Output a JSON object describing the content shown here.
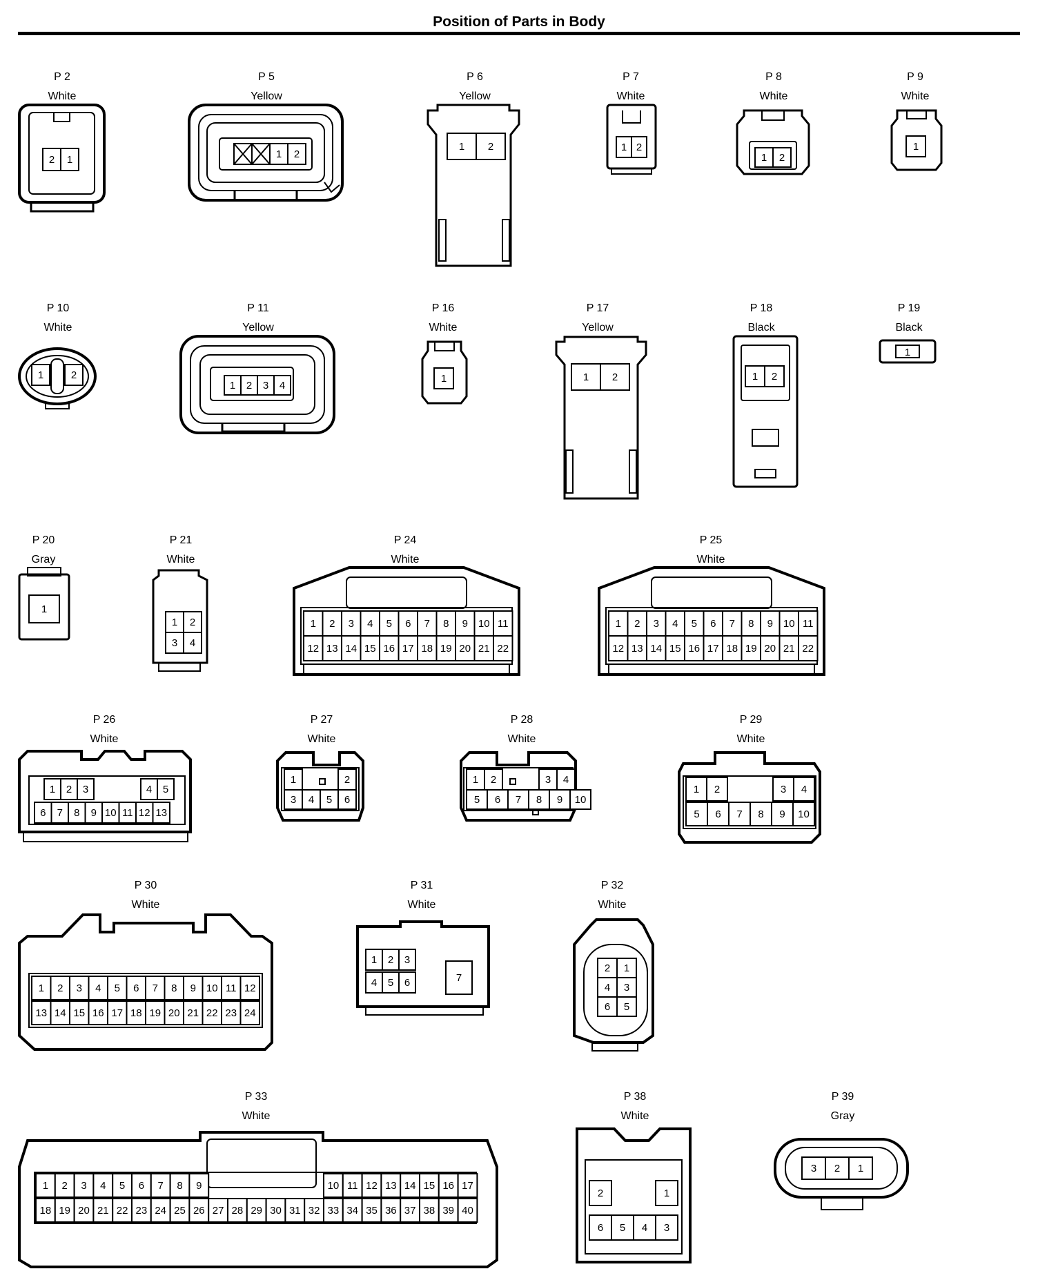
{
  "title": "Position of Parts in Body",
  "connectors": [
    {
      "id": "P2",
      "code": "P 2",
      "color": "White",
      "pins": [
        2,
        1
      ]
    },
    {
      "id": "P5",
      "code": "P 5",
      "color": "Yellow",
      "pins": [
        1,
        2
      ]
    },
    {
      "id": "P6",
      "code": "P 6",
      "color": "Yellow",
      "pins": [
        1,
        2
      ]
    },
    {
      "id": "P7",
      "code": "P 7",
      "color": "White",
      "pins": [
        1,
        2
      ]
    },
    {
      "id": "P8",
      "code": "P 8",
      "color": "White",
      "pins": [
        1,
        2
      ]
    },
    {
      "id": "P9",
      "code": "P 9",
      "color": "White",
      "pins": [
        1
      ]
    },
    {
      "id": "P10",
      "code": "P 10",
      "color": "White",
      "pins": [
        1,
        2
      ]
    },
    {
      "id": "P11",
      "code": "P 11",
      "color": "Yellow",
      "pins": [
        1,
        2,
        3,
        4
      ]
    },
    {
      "id": "P16",
      "code": "P 16",
      "color": "White",
      "pins": [
        1
      ]
    },
    {
      "id": "P17",
      "code": "P 17",
      "color": "Yellow",
      "pins": [
        1,
        2
      ]
    },
    {
      "id": "P18",
      "code": "P 18",
      "color": "Black",
      "pins": [
        1,
        2
      ]
    },
    {
      "id": "P19",
      "code": "P 19",
      "color": "Black",
      "pins": [
        1
      ]
    },
    {
      "id": "P20",
      "code": "P 20",
      "color": "Gray",
      "pins": [
        1
      ]
    },
    {
      "id": "P21",
      "code": "P 21",
      "color": "White",
      "pins": [
        1,
        2,
        3,
        4
      ]
    },
    {
      "id": "P24",
      "code": "P 24",
      "color": "White",
      "pins": [
        1,
        2,
        3,
        4,
        5,
        6,
        7,
        8,
        9,
        10,
        11,
        12,
        13,
        14,
        15,
        16,
        17,
        18,
        19,
        20,
        21,
        22
      ]
    },
    {
      "id": "P25",
      "code": "P 25",
      "color": "White",
      "pins": [
        1,
        2,
        3,
        4,
        5,
        6,
        7,
        8,
        9,
        10,
        11,
        12,
        13,
        14,
        15,
        16,
        17,
        18,
        19,
        20,
        21,
        22
      ]
    },
    {
      "id": "P26",
      "code": "P 26",
      "color": "White",
      "pins": [
        1,
        2,
        3,
        4,
        5,
        6,
        7,
        8,
        9,
        10,
        11,
        12,
        13
      ]
    },
    {
      "id": "P27",
      "code": "P 27",
      "color": "White",
      "pins": [
        1,
        2,
        3,
        4,
        5,
        6
      ]
    },
    {
      "id": "P28",
      "code": "P 28",
      "color": "White",
      "pins": [
        1,
        2,
        3,
        4,
        5,
        6,
        7,
        8,
        9,
        10
      ]
    },
    {
      "id": "P29",
      "code": "P 29",
      "color": "White",
      "pins": [
        1,
        2,
        3,
        4,
        5,
        6,
        7,
        8,
        9,
        10
      ]
    },
    {
      "id": "P30",
      "code": "P 30",
      "color": "White",
      "pins": [
        1,
        2,
        3,
        4,
        5,
        6,
        7,
        8,
        9,
        10,
        11,
        12,
        13,
        14,
        15,
        16,
        17,
        18,
        19,
        20,
        21,
        22,
        23,
        24
      ]
    },
    {
      "id": "P31",
      "code": "P 31",
      "color": "White",
      "pins": [
        1,
        2,
        3,
        4,
        5,
        6,
        7
      ]
    },
    {
      "id": "P32",
      "code": "P 32",
      "color": "White",
      "pins": [
        2,
        1,
        4,
        3,
        6,
        5
      ]
    },
    {
      "id": "P33",
      "code": "P 33",
      "color": "White",
      "pins": [
        1,
        2,
        3,
        4,
        5,
        6,
        7,
        8,
        9,
        10,
        11,
        12,
        13,
        14,
        15,
        16,
        17,
        18,
        19,
        20,
        21,
        22,
        23,
        24,
        25,
        26,
        27,
        28,
        29,
        30,
        31,
        32,
        33,
        34,
        35,
        36,
        37,
        38,
        39,
        40
      ]
    },
    {
      "id": "P38",
      "code": "P 38",
      "color": "White",
      "pins": [
        2,
        1,
        6,
        5,
        4,
        3
      ]
    },
    {
      "id": "P39",
      "code": "P 39",
      "color": "Gray",
      "pins": [
        3,
        2,
        1
      ]
    }
  ]
}
